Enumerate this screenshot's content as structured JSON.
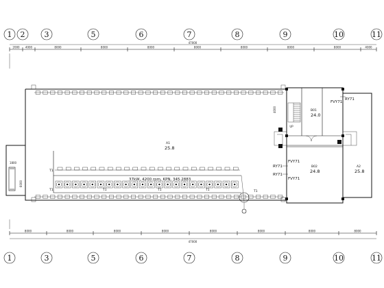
{
  "axes_top": [
    "1",
    "2",
    "3",
    "5",
    "6",
    "7",
    "8",
    "9",
    "10",
    "11"
  ],
  "axes_bottom": [
    "1",
    "3",
    "5",
    "6",
    "7",
    "8",
    "9",
    "10",
    "11"
  ],
  "dims_top": [
    "2000",
    "4000",
    "8000",
    "8000",
    "8000",
    "8000",
    "8000",
    "8000",
    "8000",
    "4000"
  ],
  "dims_top_total": "47000",
  "dims_bottom": [
    "8000",
    "8000",
    "8000",
    "8000",
    "8000",
    "8000",
    "8000",
    "8000"
  ],
  "dims_bottom_total": "47000",
  "rooms": {
    "main_hall": {
      "code": "A1",
      "temp": "25.8"
    },
    "office_top": {
      "code": "B01",
      "temp": "24.0"
    },
    "office_bottom": {
      "code": "B02",
      "temp": "24.8"
    },
    "right_hall": {
      "code": "A2",
      "temp": "25.8"
    }
  },
  "valve_labels": {
    "top_right_1": "FVY71",
    "top_right_2": "RY71",
    "mid_1": "FVY71",
    "mid_2": "RY71",
    "mid_3": "RY71",
    "mid_4": "FVY71"
  },
  "fan_row_label": "37kW, 4200 rpm, KPN, 345.2883",
  "left_dim": "1800",
  "left_dim_2": "6000",
  "stair_dim": "4000",
  "stair_label": "UP",
  "pipe_marks": [
    "T1",
    "T1",
    "T1",
    "T1",
    "T1",
    "T1"
  ]
}
